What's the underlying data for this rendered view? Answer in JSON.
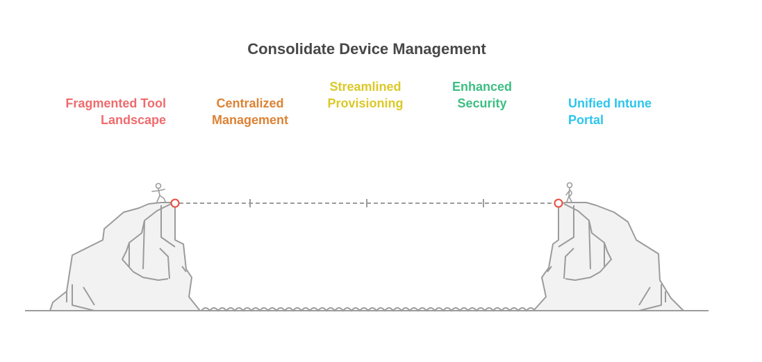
{
  "title": "Consolidate Device Management",
  "stages": [
    {
      "line1": "Fragmented Tool",
      "line2": "Landscape",
      "color": "#ee6b6e"
    },
    {
      "line1": "Centralized",
      "line2": "Management",
      "color": "#dc8234"
    },
    {
      "line1": "Streamlined",
      "line2": "Provisioning",
      "color": "#dcc828"
    },
    {
      "line1": "Enhanced",
      "line2": "Security",
      "color": "#3cbe82"
    },
    {
      "line1": "Unified Intune",
      "line2": "Portal",
      "color": "#2ec5ed"
    }
  ],
  "icons": [
    "person-left-icon",
    "person-right-icon"
  ],
  "colors": {
    "rock_fill": "#f2f2f2",
    "stroke": "#9b9b9b",
    "start_marker": "#e74c3c"
  }
}
